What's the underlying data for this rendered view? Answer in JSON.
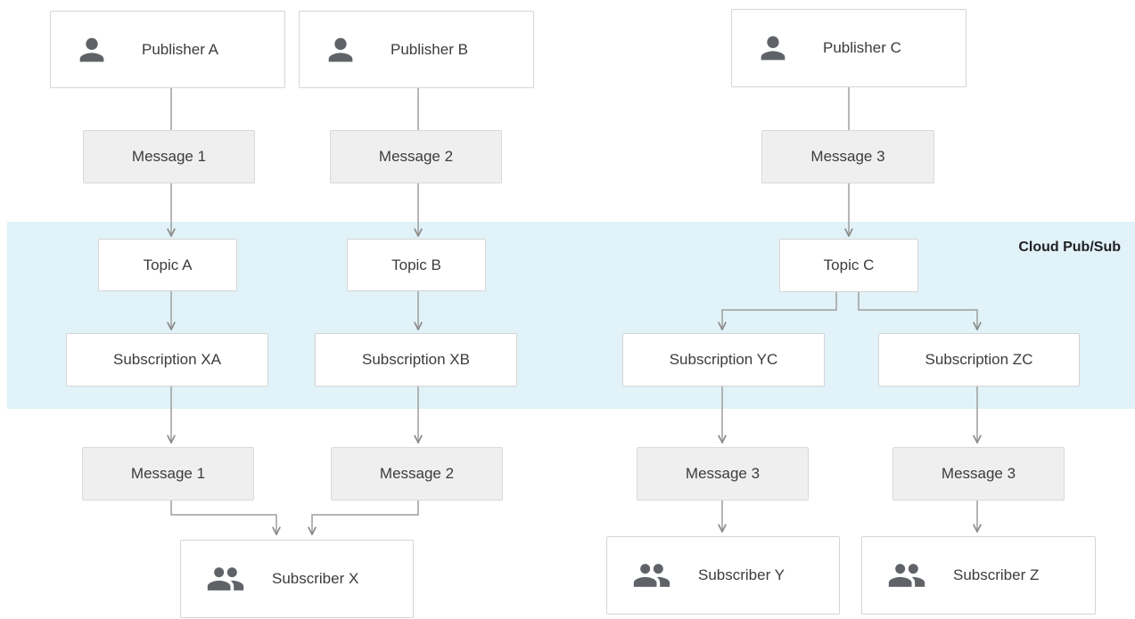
{
  "band": {
    "label": "Cloud Pub/Sub"
  },
  "publishers": [
    {
      "label": "Publisher A"
    },
    {
      "label": "Publisher B"
    },
    {
      "label": "Publisher C"
    }
  ],
  "messages_in": [
    {
      "label": "Message 1"
    },
    {
      "label": "Message 2"
    },
    {
      "label": "Message 3"
    }
  ],
  "topics": [
    {
      "label": "Topic A"
    },
    {
      "label": "Topic B"
    },
    {
      "label": "Topic C"
    }
  ],
  "subscriptions": [
    {
      "label": "Subscription XA"
    },
    {
      "label": "Subscription XB"
    },
    {
      "label": "Subscription YC"
    },
    {
      "label": "Subscription ZC"
    }
  ],
  "messages_out": [
    {
      "label": "Message 1"
    },
    {
      "label": "Message 2"
    },
    {
      "label": "Message 3"
    },
    {
      "label": "Message 3"
    }
  ],
  "subscribers": [
    {
      "label": "Subscriber X"
    },
    {
      "label": "Subscriber Y"
    },
    {
      "label": "Subscriber Z"
    }
  ],
  "colors": {
    "band": "#e1f2f8",
    "icon": "#5f6368",
    "connector": "#9e9e9e"
  },
  "icons": {
    "publisher": "person-icon",
    "subscriber": "group-icon"
  }
}
